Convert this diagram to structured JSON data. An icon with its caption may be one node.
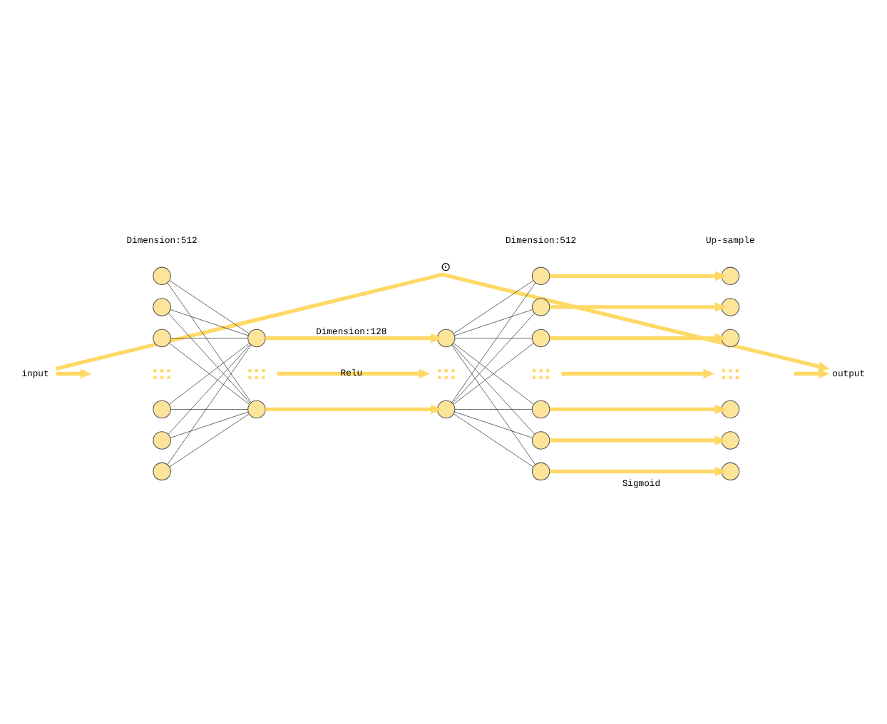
{
  "diagram": {
    "nodes": [
      {
        "text": [
          "input"
        ]
      },
      {
        "text": [],
        "shape": "circle"
      },
      {
        "text": [],
        "shape": "circle"
      },
      {
        "text": [],
        "shape": "circle"
      },
      {
        "text": [],
        "shape": "dots"
      },
      {
        "text": [],
        "shape": "circle"
      },
      {
        "text": [],
        "shape": "circle"
      },
      {
        "text": [],
        "shape": "circle"
      },
      {
        "text": [],
        "shape": "circle"
      },
      {
        "text": [],
        "shape": "dots"
      },
      {
        "text": [],
        "shape": "circle"
      },
      {
        "text": [],
        "shape": "circle"
      },
      {
        "text": [],
        "shape": "dots"
      },
      {
        "text": [],
        "shape": "circle"
      },
      {
        "text": [],
        "shape": "circle"
      },
      {
        "text": [],
        "shape": "circle"
      },
      {
        "text": [],
        "shape": "circle"
      },
      {
        "text": [],
        "shape": "dots"
      },
      {
        "text": [],
        "shape": "circle"
      },
      {
        "text": [],
        "shape": "circle"
      },
      {
        "text": [],
        "shape": "circle"
      },
      {
        "text": [],
        "shape": "circle"
      },
      {
        "text": [],
        "shape": "circle"
      },
      {
        "text": [],
        "shape": "circle"
      },
      {
        "text": [],
        "shape": "dots"
      },
      {
        "text": [],
        "shape": "circle"
      },
      {
        "text": [],
        "shape": "circle"
      },
      {
        "text": [],
        "shape": "circle"
      },
      {
        "text": [
          "output"
        ]
      }
    ],
    "edges": [
      {
        "from": 0,
        "to": null,
        "arrow": "to",
        "style": "thick",
        "color": "#ffd966"
      },
      {
        "from": 1,
        "to": 8,
        "arrow": "none"
      },
      {
        "from": 1,
        "to": 10,
        "arrow": "none"
      },
      {
        "from": 2,
        "to": 8,
        "arrow": "none"
      },
      {
        "from": 2,
        "to": 10,
        "arrow": "none"
      },
      {
        "from": 3,
        "to": 8,
        "arrow": "none"
      },
      {
        "from": 3,
        "to": 10,
        "arrow": "none"
      },
      {
        "from": 5,
        "to": 8,
        "arrow": "none"
      },
      {
        "from": 5,
        "to": 10,
        "arrow": "none"
      },
      {
        "from": 6,
        "to": 8,
        "arrow": "none"
      },
      {
        "from": 6,
        "to": 10,
        "arrow": "none"
      },
      {
        "from": 7,
        "to": 8,
        "arrow": "none"
      },
      {
        "from": 7,
        "to": 10,
        "arrow": "none"
      },
      {
        "from": 8,
        "to": 11,
        "arrow": "to",
        "style": "thick",
        "color": "#ffd966"
      },
      {
        "from": 9,
        "to": 12,
        "arrow": "to",
        "style": "thick",
        "color": "#ffd966"
      },
      {
        "from": 10,
        "to": 13,
        "arrow": "to",
        "style": "thick",
        "color": "#ffd966"
      },
      {
        "from": 11,
        "to": 14,
        "arrow": "none"
      },
      {
        "from": 11,
        "to": 15,
        "arrow": "none"
      },
      {
        "from": 11,
        "to": 16,
        "arrow": "none"
      },
      {
        "from": 11,
        "to": 18,
        "arrow": "none"
      },
      {
        "from": 11,
        "to": 19,
        "arrow": "none"
      },
      {
        "from": 11,
        "to": 20,
        "arrow": "none"
      },
      {
        "from": 13,
        "to": 14,
        "arrow": "none"
      },
      {
        "from": 13,
        "to": 15,
        "arrow": "none"
      },
      {
        "from": 13,
        "to": 16,
        "arrow": "none"
      },
      {
        "from": 13,
        "to": 18,
        "arrow": "none"
      },
      {
        "from": 13,
        "to": 19,
        "arrow": "none"
      },
      {
        "from": 13,
        "to": 20,
        "arrow": "none"
      },
      {
        "from": 14,
        "to": 21,
        "arrow": "to",
        "style": "thick",
        "color": "#ffd966"
      },
      {
        "from": 15,
        "to": 22,
        "arrow": "to",
        "style": "thick",
        "color": "#ffd966"
      },
      {
        "from": 16,
        "to": 23,
        "arrow": "to",
        "style": "thick",
        "color": "#ffd966"
      },
      {
        "from": 17,
        "to": 24,
        "arrow": "to",
        "style": "thick",
        "color": "#ffd966"
      },
      {
        "from": 18,
        "to": 25,
        "arrow": "to",
        "style": "thick",
        "color": "#ffd966"
      },
      {
        "from": 19,
        "to": 26,
        "arrow": "to",
        "style": "thick",
        "color": "#ffd966"
      },
      {
        "from": 20,
        "to": 27,
        "arrow": "to",
        "style": "thick",
        "color": "#ffd966"
      },
      {
        "from": null,
        "to": 28,
        "arrow": "to",
        "style": "thick",
        "color": "#ffd966"
      },
      {
        "from": 0,
        "to": 28,
        "arrow": "to",
        "label": "⊙",
        "style": "thick",
        "color": "#ffd966"
      }
    ],
    "labels": [
      "Dimension:512",
      "Dimension:128",
      "Relu",
      "Dimension:512",
      "Up-sample",
      "Sigmoid"
    ]
  }
}
